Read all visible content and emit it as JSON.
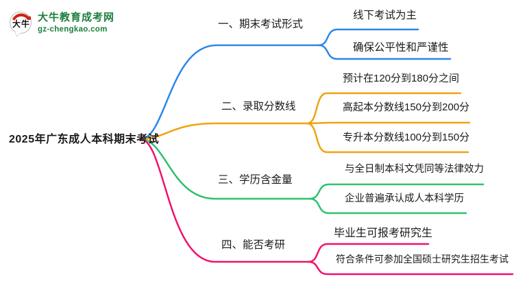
{
  "logo": {
    "badge_text": "大牛",
    "site_name": "大牛教育成考网",
    "site_url": "gz-chengkao.com",
    "brand_green": "#1e7e3e",
    "badge_red": "#cf2318"
  },
  "central_topic": "2025年广东成人本科期末考试",
  "text_color": "#1a1a1a",
  "branches": [
    {
      "label": "一、期末考试形式",
      "color": "#2b87e8",
      "children": [
        "线下考试为主",
        "确保公平性和严谨性"
      ]
    },
    {
      "label": "二、录取分数线",
      "color": "#f0a30f",
      "children": [
        "预计在120分到180分之间",
        "高起本分数线150分到200分",
        "专升本分数线100分到150分"
      ]
    },
    {
      "label": "三、学历含金量",
      "color": "#2cc26d",
      "children": [
        "与全日制本科文凭同等法律效力",
        "企业普遍承认成人本科学历"
      ]
    },
    {
      "label": "四、能否考研",
      "color": "#f2106e",
      "children": [
        "毕业生可报考研究生",
        "符合条件可参加全国硕士研究生招生考试"
      ]
    }
  ]
}
